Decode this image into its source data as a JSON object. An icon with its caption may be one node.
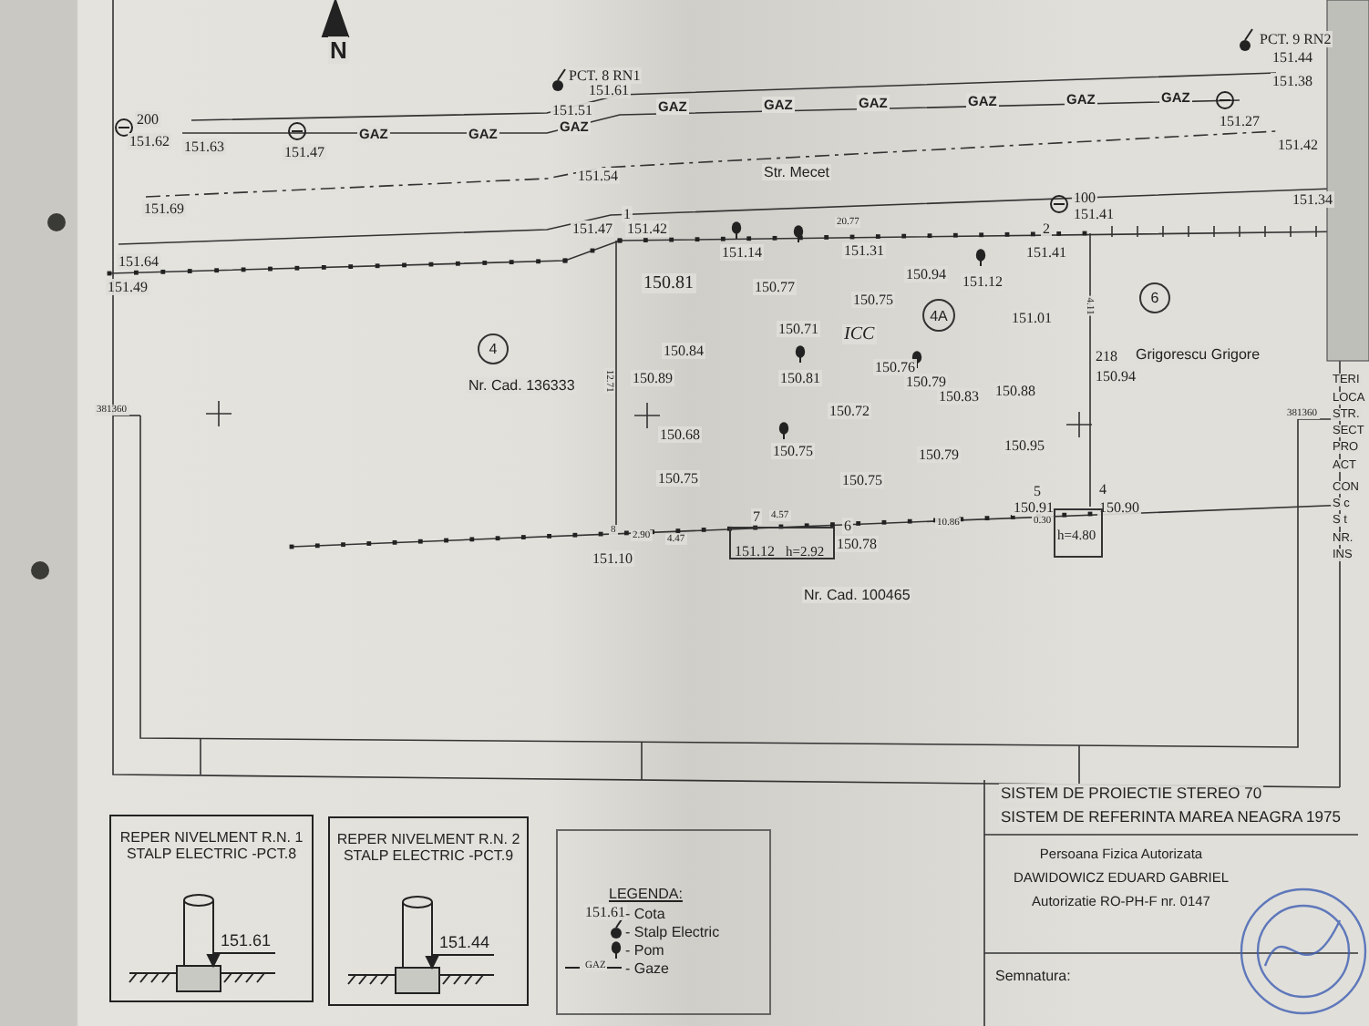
{
  "diagram": {
    "nodes": [
      {
        "text": [
          "4"
        ]
      },
      {
        "text": [
          "4A"
        ]
      },
      {
        "text": [
          "6"
        ]
      },
      {
        "text": [
          "151.12",
          "h=2.92"
        ]
      },
      {
        "text": [
          "h=4.80"
        ]
      },
      {
        "text": [
          "REPER NIVELMENT R.N. 1 STALP ELECTRIC -PCT.8",
          "151.61"
        ]
      },
      {
        "text": [
          "REPER NIVELMENT R.N. 2 STALP ELECTRIC -PCT.9",
          "151.44"
        ]
      },
      {
        "text": [
          "LEGENDA:"
        ]
      },
      {
        "text": [
          "Persoana Fizica Autorizata",
          "DAWIDOWICZ EDUARD GABRIEL",
          "Autorizatie RO-PH-F nr. 0147"
        ]
      },
      {
        "text": [
          "Semnatura:"
        ]
      }
    ],
    "labels": [
      "N",
      "PCT. 8 RN1",
      "151.61",
      "151.51",
      "PCT. 9 RN2",
      "151.44",
      "151.38",
      "200",
      "151.62",
      "151.63",
      "151.47",
      "GAZ",
      "GAZ",
      "GAZ",
      "GAZ",
      "GAZ",
      "GAZ",
      "GAZ",
      "GAZ",
      "GAZ",
      "151.27",
      "151.42",
      "151.69",
      "151.54",
      "Str. Mecet",
      "100",
      "151.41",
      "151.34",
      "151.47",
      "1",
      "151.42",
      "151.64",
      "151.49",
      "20.77",
      "151.14",
      "151.31",
      "2",
      "151.41",
      "150.81",
      "150.77",
      "150.94",
      "151.12",
      "150.75",
      "151.01",
      "4.11",
      "150.71",
      "ICC",
      "Nr. Cad. 136333",
      "150.84",
      "150.89",
      "12.71",
      "150.81",
      "150.76",
      "150.79",
      "150.83",
      "150.88",
      "218",
      "150.94",
      "Grigorescu Grigore",
      "381360",
      "150.68",
      "150.72",
      "150.75",
      "150.79",
      "150.95",
      "381360",
      "150.75",
      "150.75",
      "5",
      "4",
      "150.91",
      "150.90",
      "0.30",
      "8",
      "151.10",
      "2.90",
      "4.47",
      "7",
      "4.57",
      "6",
      "150.78",
      "10.86",
      "Nr. Cad. 100465",
      "SISTEM DE PROIECTIE STEREO 70",
      "SISTEM DE REFERINTA MAREA NEAGRA 1975",
      "TERI",
      "LOCA",
      "STR.",
      "SECT",
      "PRO",
      "ACT",
      "CON",
      "S c",
      "S t",
      "NR.",
      "INS",
      "151.61",
      "GAZ"
    ],
    "legend": [
      {
        "text": "- Cota"
      },
      {
        "text": "- Stalp Electric"
      },
      {
        "text": "- Pom"
      },
      {
        "text": "- Gaze"
      }
    ]
  }
}
